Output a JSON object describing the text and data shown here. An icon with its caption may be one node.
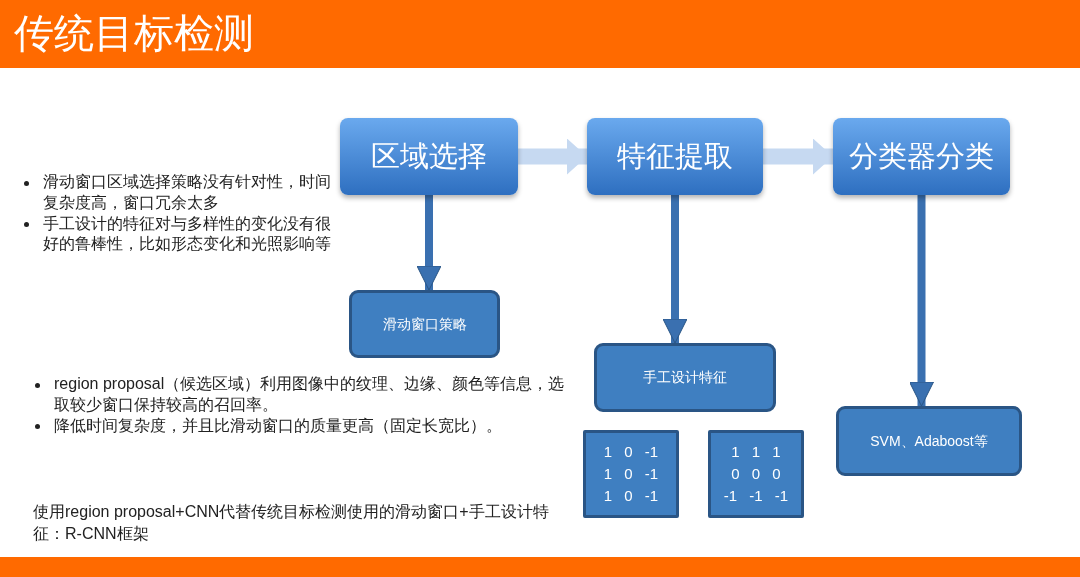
{
  "diagram": {
    "title": "传统目标检测",
    "nodes": [
      {
        "text": [
          "区域选择"
        ]
      },
      {
        "text": [
          "特征提取"
        ]
      },
      {
        "text": [
          "分类器分类"
        ]
      },
      {
        "text": [
          "滑动窗口策略"
        ]
      },
      {
        "text": [
          "手工设计特征"
        ]
      },
      {
        "text": [
          "SVM、Adaboost等"
        ]
      },
      {
        "text": [
          "1 0 -1",
          "1 0 -1",
          "1 0 -1"
        ]
      },
      {
        "text": [
          "1 1 1",
          "0 0 0",
          "-1 -1 -1"
        ]
      }
    ],
    "edges": [
      {
        "from": 0,
        "to": 1,
        "arrow": "to",
        "style": "thick",
        "color": "#c6d9f1"
      },
      {
        "from": 1,
        "to": 2,
        "arrow": "to",
        "style": "thick",
        "color": "#c6d9f1"
      },
      {
        "from": 0,
        "to": 3,
        "arrow": "to"
      },
      {
        "from": 1,
        "to": 4,
        "arrow": "to"
      },
      {
        "from": 2,
        "to": 5,
        "arrow": "to"
      }
    ],
    "labels": [
      "滑动窗口区域选择策略没有针对性，时间复杂度高，窗口冗余太多",
      "手工设计的特征对与多样性的变化没有很好的鲁棒性，比如形态变化和光照影响等",
      "region proposal（候选区域）利用图像中的纹理、边缘、颜色等信息，选取较少窗口保持较高的召回率。",
      "降低时间复杂度，并且比滑动窗口的质量更高（固定长宽比）。",
      "使用region proposal+CNN代替传统目标检测使用的滑动窗口+手工设计特征：R-CNN框架"
    ]
  }
}
